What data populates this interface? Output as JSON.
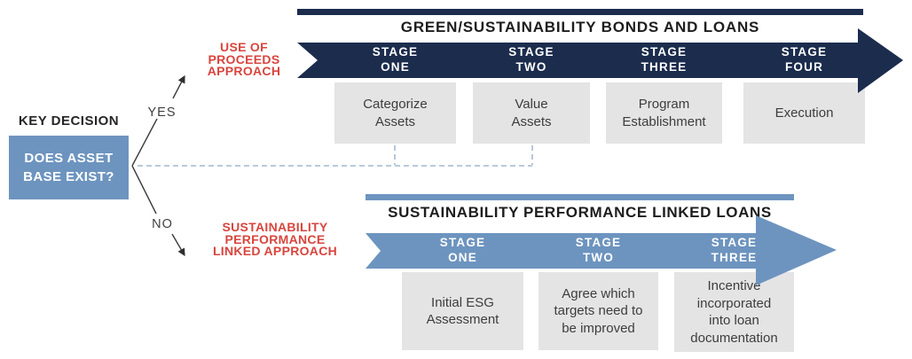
{
  "colors": {
    "navy": "#1b2c4d",
    "steel_blue": "#6d94bf",
    "box_gray": "#e4e4e5",
    "accent_red": "#d8453e",
    "text_dark": "#1d1d1d",
    "dashed_line": "#90a9c6"
  },
  "decision": {
    "heading": "KEY DECISION",
    "question": "DOES ASSET\nBASE EXIST?",
    "yes_label": "YES",
    "no_label": "NO"
  },
  "top_track": {
    "approach_label": "USE OF\nPROCEEDS\nAPPROACH",
    "title": "GREEN/SUSTAINABILITY BONDS AND LOANS",
    "stages": [
      {
        "name": "STAGE\nONE",
        "description": "Categorize\nAssets"
      },
      {
        "name": "STAGE\nTWO",
        "description": "Value\nAssets"
      },
      {
        "name": "STAGE\nTHREE",
        "description": "Program\nEstablishment"
      },
      {
        "name": "STAGE\nFOUR",
        "description": "Execution"
      }
    ]
  },
  "bottom_track": {
    "approach_label": "SUSTAINABILITY\nPERFORMANCE\nLINKED APPROACH",
    "title": "SUSTAINABILITY PERFORMANCE LINKED LOANS",
    "stages": [
      {
        "name": "STAGE\nONE",
        "description": "Initial ESG\nAssessment"
      },
      {
        "name": "STAGE\nTWO",
        "description": "Agree which\ntargets need to\nbe improved"
      },
      {
        "name": "STAGE\nTHREE",
        "description": "Incentive\nincorporated\ninto loan\ndocumentation"
      }
    ]
  }
}
